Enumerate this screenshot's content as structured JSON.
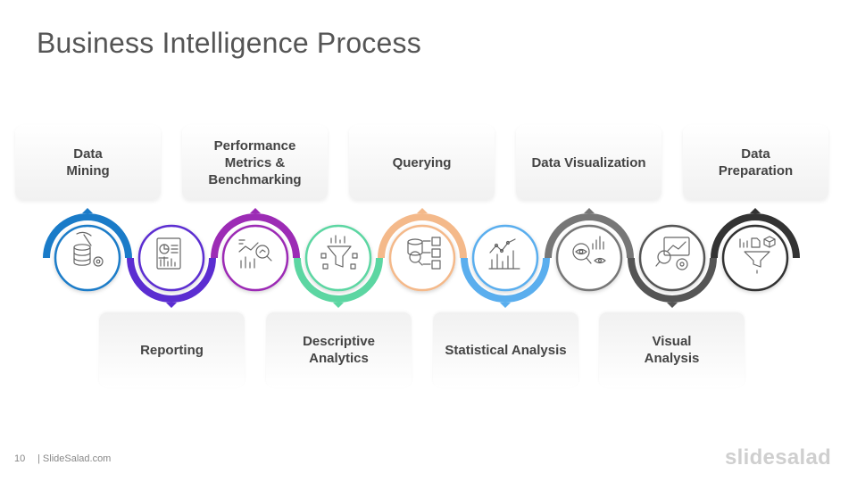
{
  "slide": {
    "title": "Business Intelligence Process"
  },
  "top_steps": [
    {
      "label": "Data\nMining",
      "color": "#1a7bc8",
      "icon": "data-mining-icon"
    },
    {
      "label": "Performance\nMetrics &\nBenchmarking",
      "color": "#9c2bb5",
      "icon": "performance-metrics-icon"
    },
    {
      "label": "Querying",
      "color": "#f4b98a",
      "icon": "querying-icon"
    },
    {
      "label": "Data Visualization",
      "color": "#777777",
      "icon": "data-visualization-icon"
    },
    {
      "label": "Data\nPreparation",
      "color": "#333333",
      "icon": "data-preparation-icon"
    }
  ],
  "bottom_steps": [
    {
      "label": "Reporting",
      "color": "#5b2dd1",
      "icon": "reporting-icon"
    },
    {
      "label": "Descriptive\nAnalytics",
      "color": "#5cd6a2",
      "icon": "descriptive-analytics-icon"
    },
    {
      "label": "Statistical Analysis",
      "color": "#5aaeee",
      "icon": "statistical-analysis-icon"
    },
    {
      "label": "Visual\nAnalysis",
      "color": "#555555",
      "icon": "visual-analysis-icon"
    }
  ],
  "footer": {
    "page_number": "10",
    "site": "| SlideSalad.com",
    "brand": "slidesalad"
  }
}
